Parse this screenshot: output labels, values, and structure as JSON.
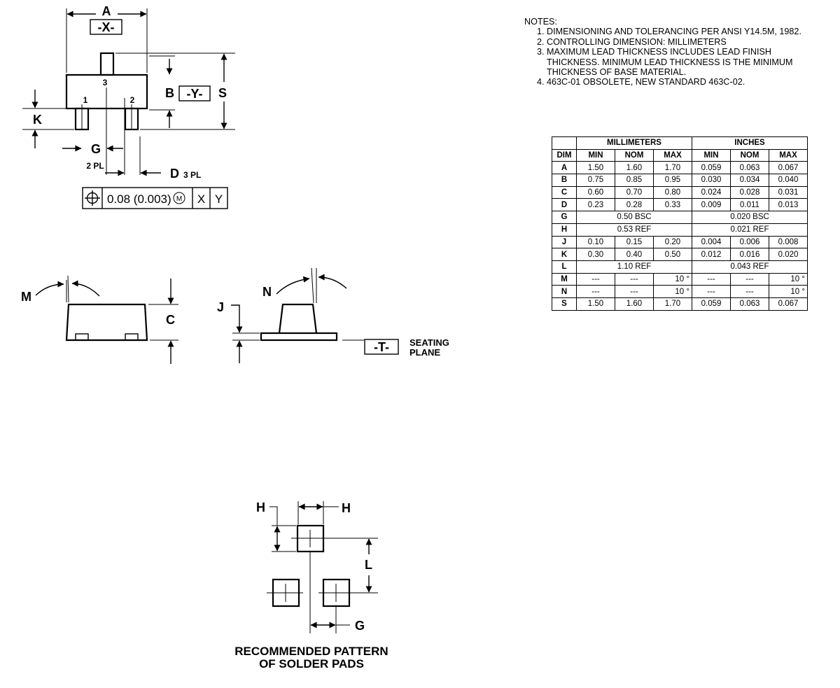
{
  "top_view": {
    "dim_a": "A",
    "datum_x": "-X-",
    "pin_3": "3",
    "pin_1": "1",
    "pin_2": "2",
    "dim_b": "B",
    "datum_y": "-Y-",
    "dim_s": "S",
    "dim_k": "K",
    "dim_g": "G",
    "g_count": "2 PL",
    "dim_d": "D",
    "d_count": "3 PL",
    "fcf_tolerance": "0.08 (0.003)",
    "fcf_modifier": "M",
    "fcf_datum_1": "X",
    "fcf_datum_2": "Y"
  },
  "side_views": {
    "dim_m": "M",
    "dim_c": "C",
    "dim_j": "J",
    "dim_n": "N",
    "datum_t": "-T-",
    "seating_line1": "SEATING",
    "seating_line2": "PLANE"
  },
  "solder_pattern": {
    "dim_h_vertical": "H",
    "dim_h_horizontal": "H",
    "dim_l": "L",
    "dim_g": "G",
    "caption_line1": "RECOMMENDED PATTERN",
    "caption_line2": "OF SOLDER PADS"
  },
  "notes": {
    "heading": "NOTES:",
    "items": [
      "DIMENSIONING AND TOLERANCING PER ANSI Y14.5M, 1982.",
      "CONTROLLING DIMENSION: MILLIMETERS",
      "MAXIMUM LEAD THICKNESS INCLUDES LEAD FINISH THICKNESS. MINIMUM LEAD THICKNESS IS THE MINIMUM THICKNESS OF BASE MATERIAL.",
      "463C-01 OBSOLETE, NEW STANDARD  463C-02."
    ]
  },
  "dim_table": {
    "group_mm": "MILLIMETERS",
    "group_in": "INCHES",
    "col_dim": "DIM",
    "col_min": "MIN",
    "col_nom": "NOM",
    "col_max": "MAX",
    "rows": [
      {
        "dim": "A",
        "mm_min": "1.50",
        "mm_nom": "1.60",
        "mm_max": "1.70",
        "in_min": "0.059",
        "in_nom": "0.063",
        "in_max": "0.067"
      },
      {
        "dim": "B",
        "mm_min": "0.75",
        "mm_nom": "0.85",
        "mm_max": "0.95",
        "in_min": "0.030",
        "in_nom": "0.034",
        "in_max": "0.040"
      },
      {
        "dim": "C",
        "mm_min": "0.60",
        "mm_nom": "0.70",
        "mm_max": "0.80",
        "in_min": "0.024",
        "in_nom": "0.028",
        "in_max": "0.031"
      },
      {
        "dim": "D",
        "mm_min": "0.23",
        "mm_nom": "0.28",
        "mm_max": "0.33",
        "in_min": "0.009",
        "in_nom": "0.011",
        "in_max": "0.013"
      },
      {
        "dim": "G",
        "mm_span": "0.50 BSC",
        "in_span": "0.020 BSC"
      },
      {
        "dim": "H",
        "mm_span": "0.53 REF",
        "in_span": "0.021 REF"
      },
      {
        "dim": "J",
        "mm_min": "0.10",
        "mm_nom": "0.15",
        "mm_max": "0.20",
        "in_min": "0.004",
        "in_nom": "0.006",
        "in_max": "0.008"
      },
      {
        "dim": "K",
        "mm_min": "0.30",
        "mm_nom": "0.40",
        "mm_max": "0.50",
        "in_min": "0.012",
        "in_nom": "0.016",
        "in_max": "0.020"
      },
      {
        "dim": "L",
        "mm_span": "1.10 REF",
        "in_span": "0.043 REF"
      },
      {
        "dim": "M",
        "mm_min": "---",
        "mm_nom": "---",
        "mm_max": "10 °",
        "in_min": "---",
        "in_nom": "---",
        "in_max": "10 °"
      },
      {
        "dim": "N",
        "mm_min": "---",
        "mm_nom": "---",
        "mm_max": "10 °",
        "in_min": "---",
        "in_nom": "---",
        "in_max": "10 °"
      },
      {
        "dim": "S",
        "mm_min": "1.50",
        "mm_nom": "1.60",
        "mm_max": "1.70",
        "in_min": "0.059",
        "in_nom": "0.063",
        "in_max": "0.067"
      }
    ]
  }
}
